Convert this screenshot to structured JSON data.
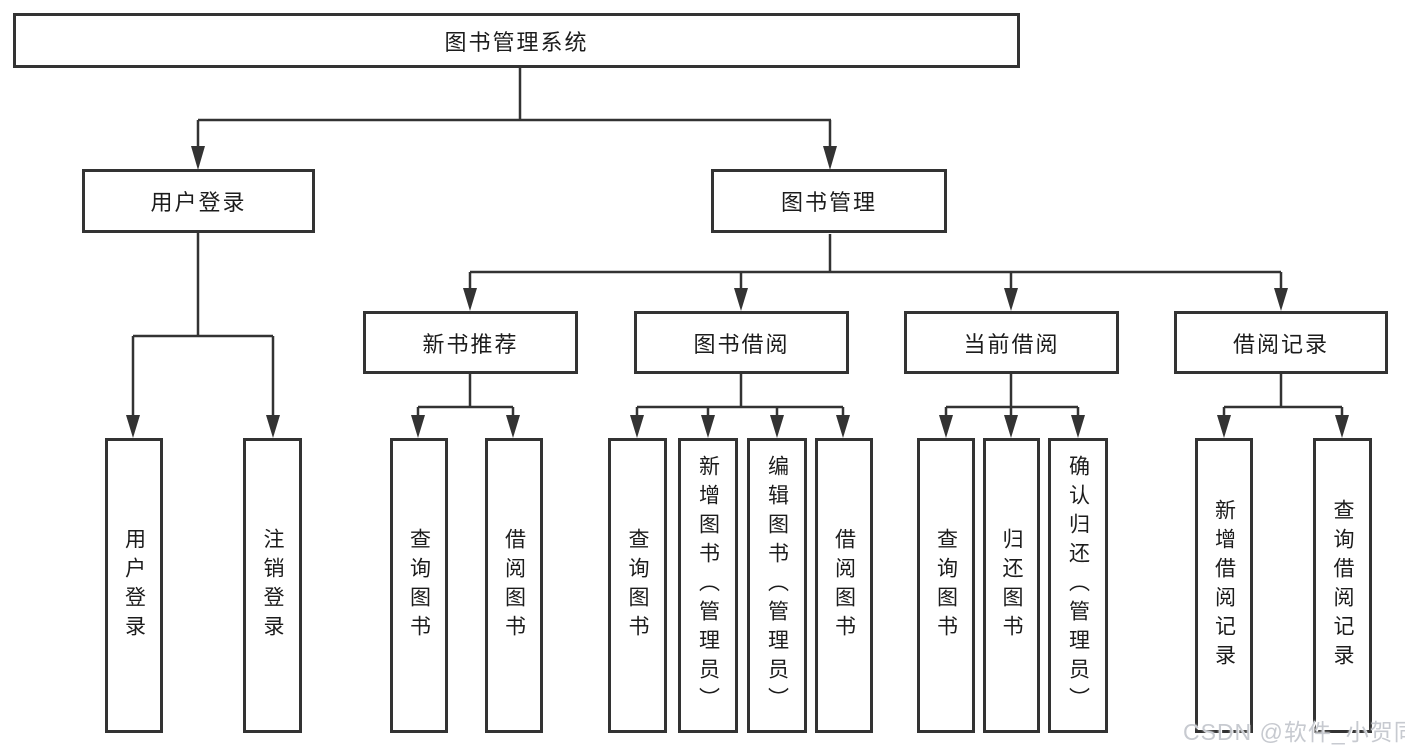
{
  "diagram": {
    "title": "图书管理系统",
    "branches": [
      {
        "label": "用户登录",
        "children": [
          {
            "label": "用户登录"
          },
          {
            "label": "注销登录"
          }
        ]
      },
      {
        "label": "图书管理",
        "children": [
          {
            "label": "新书推荐",
            "children": [
              {
                "label": "查询图书"
              },
              {
                "label": "借阅图书"
              }
            ]
          },
          {
            "label": "图书借阅",
            "children": [
              {
                "label": "查询图书"
              },
              {
                "label": "新增图书（管理员）"
              },
              {
                "label": "编辑图书（管理员）"
              },
              {
                "label": "借阅图书"
              }
            ]
          },
          {
            "label": "当前借阅",
            "children": [
              {
                "label": "查询图书"
              },
              {
                "label": "归还图书"
              },
              {
                "label": "确认归还（管理员）"
              }
            ]
          },
          {
            "label": "借阅记录",
            "children": [
              {
                "label": "新增借阅记录"
              },
              {
                "label": "查询借阅记录"
              }
            ]
          }
        ]
      }
    ]
  },
  "watermark": "CSDN @软件_小贺同学",
  "colors": {
    "line": "#333333",
    "box_border": "#333333",
    "text": "#1c1c1c",
    "watermark": "#c7cad0",
    "background": "#ffffff"
  }
}
